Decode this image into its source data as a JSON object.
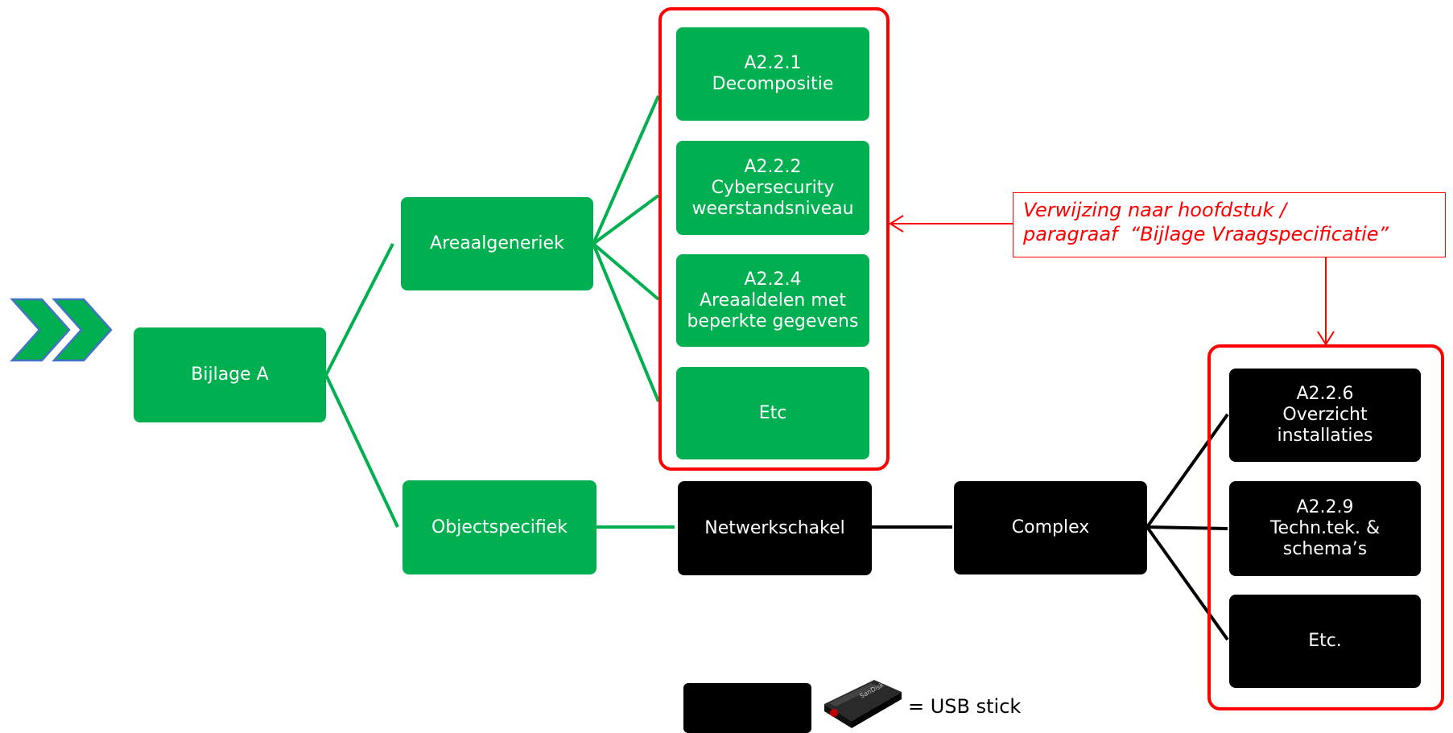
{
  "colors": {
    "green": "#00b050",
    "black": "#000000",
    "red": "#ff0000",
    "chevron_fill": "#00b050",
    "chevron_outline": "#4472c4"
  },
  "icons": {
    "entry_chevrons": "double-chevron-right-icon",
    "usb": "usb-stick-icon"
  },
  "nodes": {
    "bijlage_a": [
      "Bijlage A"
    ],
    "areaalgeneriek": [
      "Areaalgeneriek"
    ],
    "objectspecifiek": [
      "Objectspecifiek"
    ],
    "a221": [
      "A2.2.1",
      "Decompositie"
    ],
    "a222": [
      "A2.2.2",
      "Cybersecurity",
      "weerstandsniveau"
    ],
    "a224": [
      "A2.2.4",
      "Areaaldelen met",
      "beperkte gegevens"
    ],
    "etc_green": [
      "Etc"
    ],
    "netwerkschakel": [
      "Netwerkschakel"
    ],
    "complex": [
      "Complex"
    ],
    "a226": [
      "A2.2.6",
      "Overzicht",
      "installaties"
    ],
    "a229": [
      "A2.2.9",
      "Techn.tek. &",
      "schema’s"
    ],
    "etc_black": [
      "Etc."
    ]
  },
  "callout": {
    "line1": "Verwijzing naar hoofdstuk /",
    "line2": "paragraaf  “Bijlage Vraagspecificatie”"
  },
  "legend": {
    "text": "= USB stick",
    "usb_brand": "SanDisk"
  }
}
